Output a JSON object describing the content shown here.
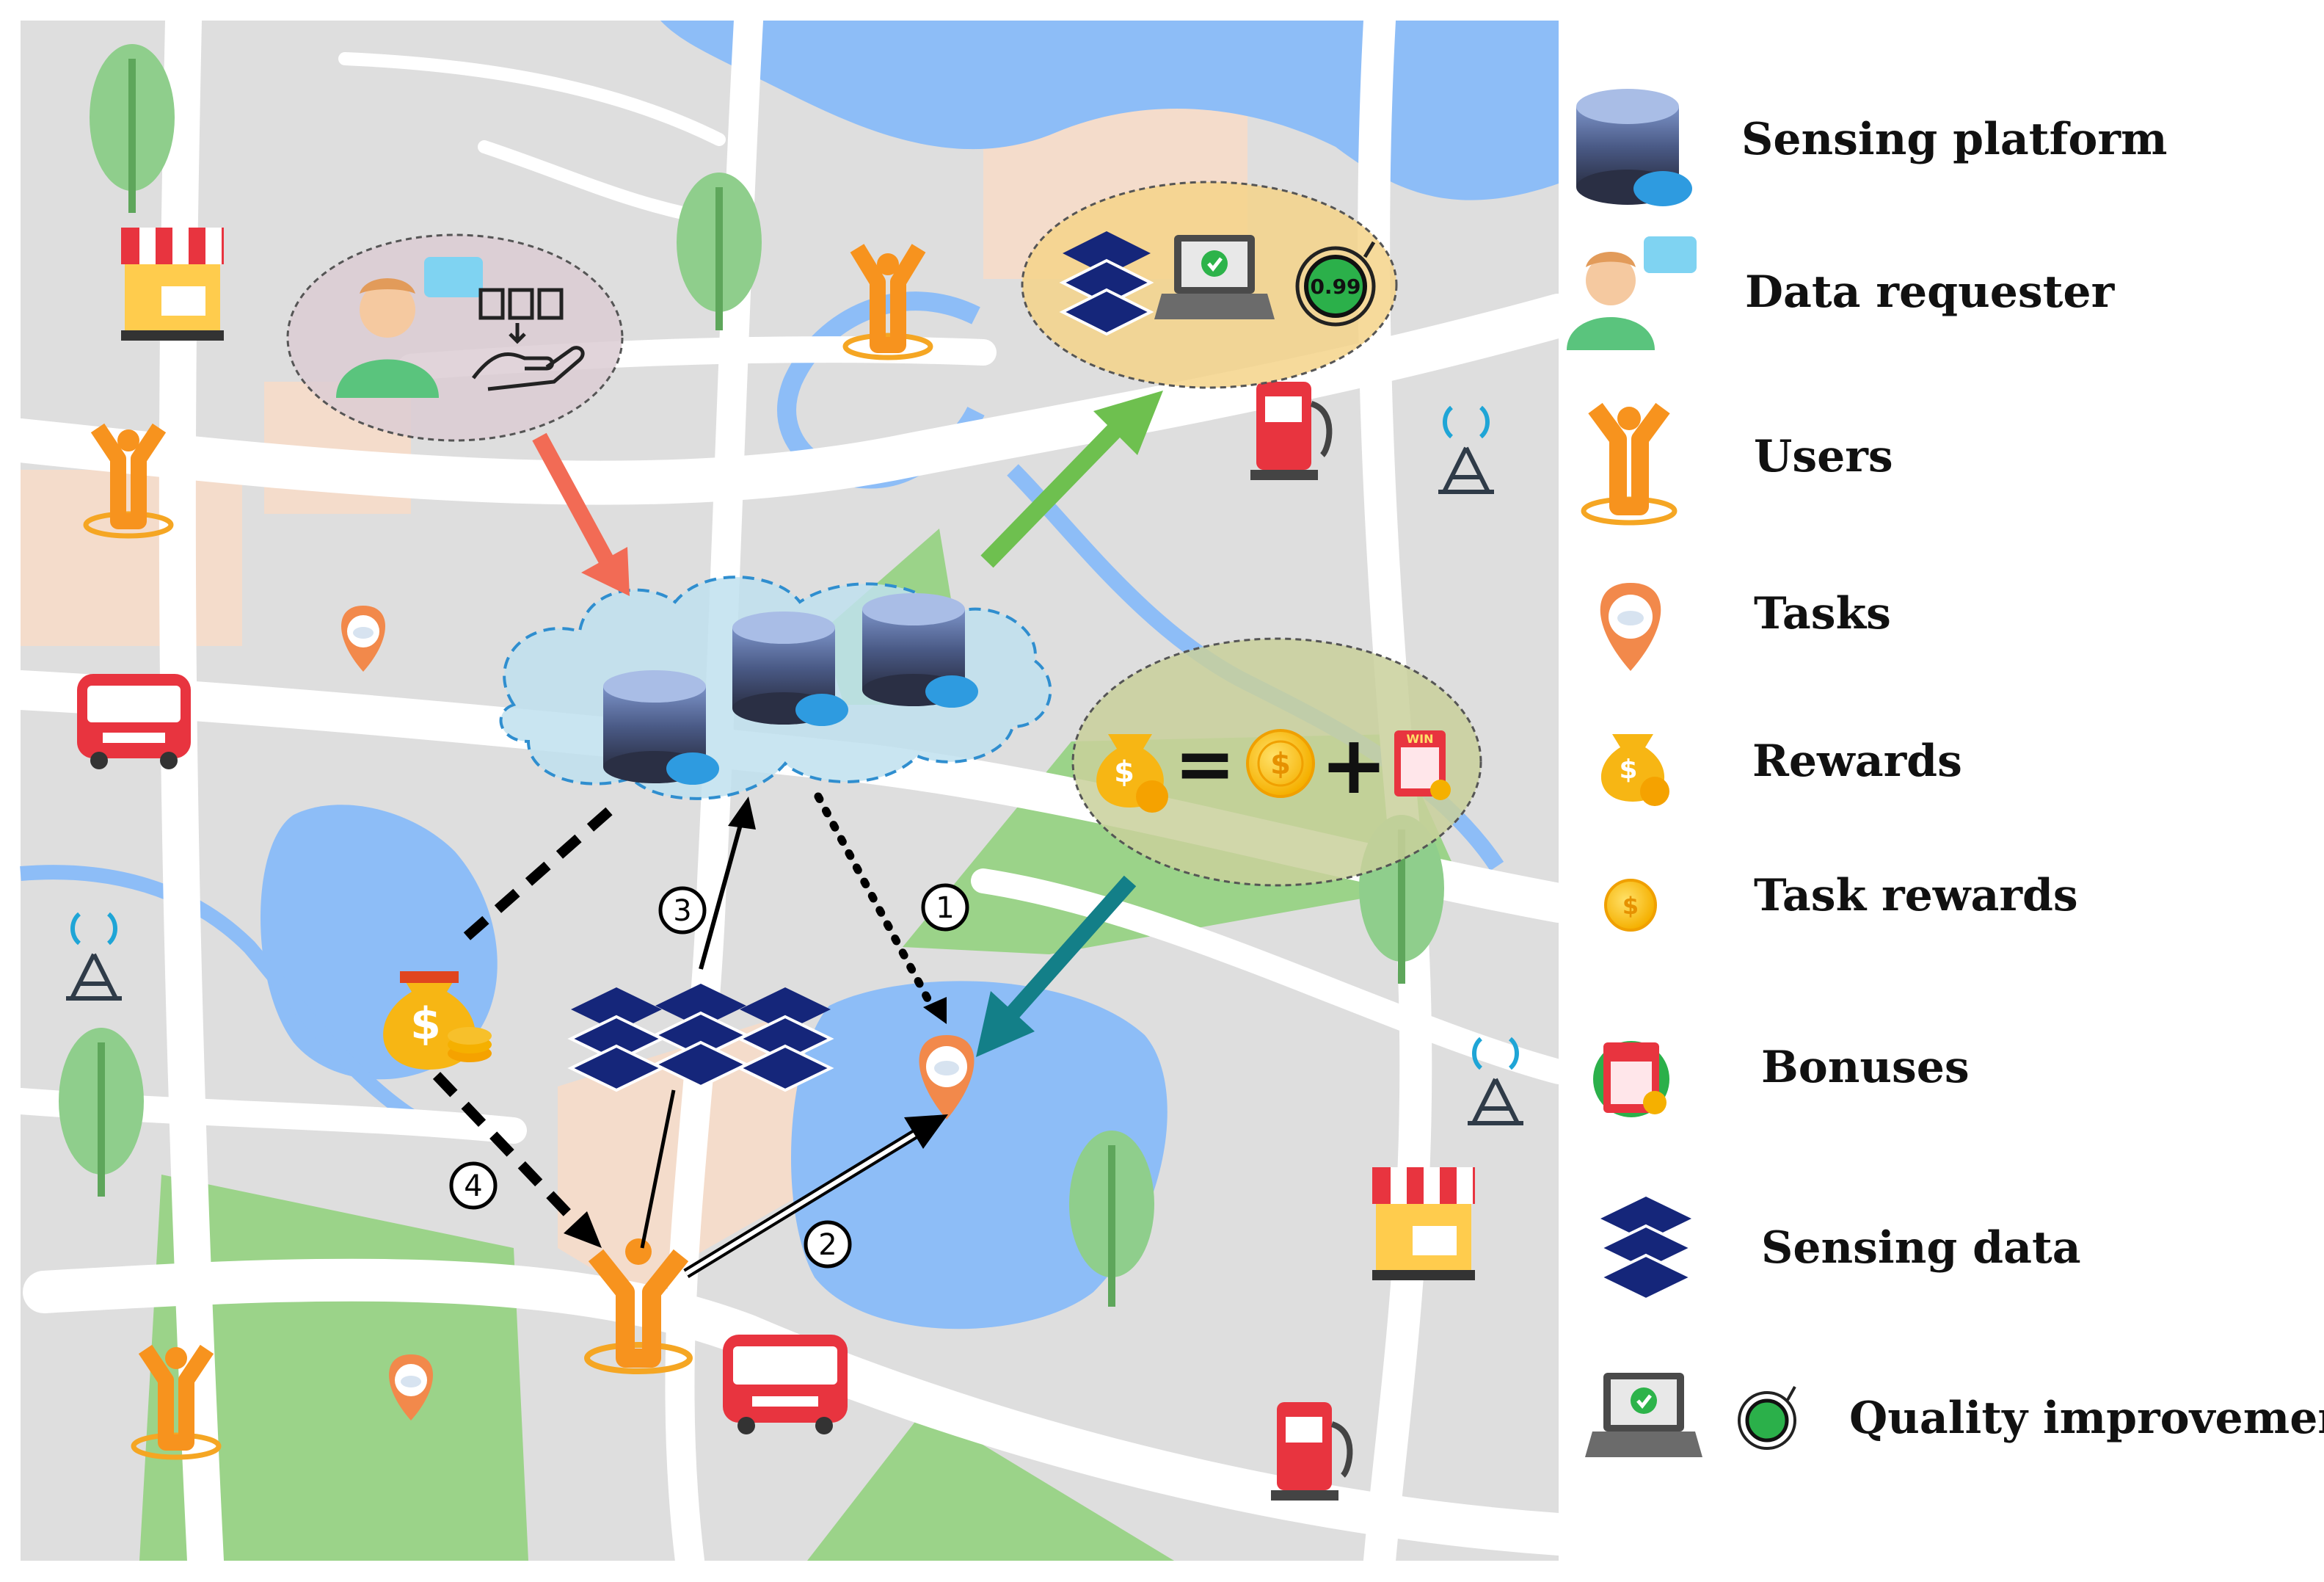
{
  "legend": [
    {
      "icon": "database-cloud-icon",
      "label": "Sensing platform"
    },
    {
      "icon": "person-chat-icon",
      "label": "Data requester"
    },
    {
      "icon": "user-person-icon",
      "label": "Users"
    },
    {
      "icon": "location-pin-icon",
      "label": "Tasks"
    },
    {
      "icon": "money-bag-icon",
      "label": "Rewards"
    },
    {
      "icon": "coin-icon",
      "label": "Task rewards"
    },
    {
      "icon": "lottery-ticket-icon",
      "label": "Bonuses"
    },
    {
      "icon": "layers-stack-icon",
      "label": "Sensing data"
    },
    {
      "icon": "laptop-check-icon",
      "label": "Quality improvement"
    }
  ],
  "steps": [
    "1",
    "2",
    "3",
    "4"
  ],
  "quality_value": "0.99",
  "equation": {
    "equals": "=",
    "plus": "+"
  },
  "bonus_text": "WIN",
  "colors": {
    "water": "#8dbdf7",
    "land": "#dedede",
    "road": "#ffffff",
    "park": "#9bd389",
    "sand": "#f4dccb",
    "cloud": "#bfe0ef",
    "user": "#f7931e",
    "pin": "#f2894b",
    "layers": "#15267a",
    "red_arrow": "#f26b55",
    "green_arrow": "#6ec04f",
    "teal_arrow": "#137f88"
  }
}
